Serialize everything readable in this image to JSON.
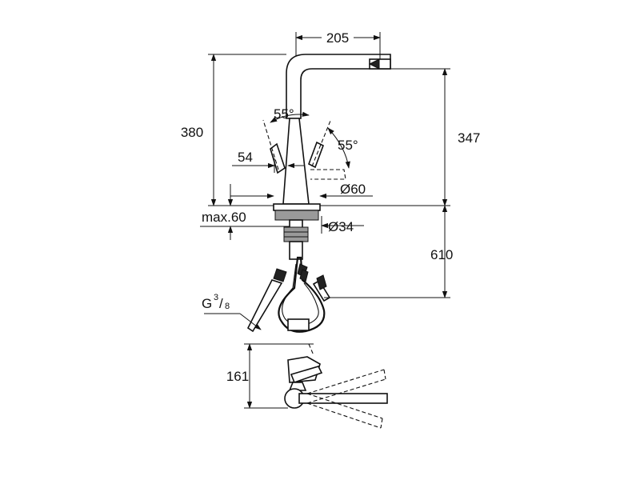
{
  "dimensions": {
    "spout_reach": "205",
    "total_height": "380",
    "spout_height": "347",
    "lever_offset": "54",
    "lever_angle_left": "55°",
    "lever_angle_right": "55°",
    "base_diameter": "Ø60",
    "mount_thickness": "max.60",
    "hole_diameter": "Ø34",
    "hose_length": "610",
    "connection_thread": "G",
    "thread_numerator": "3",
    "thread_denominator": "8",
    "plan_depth": "161"
  }
}
